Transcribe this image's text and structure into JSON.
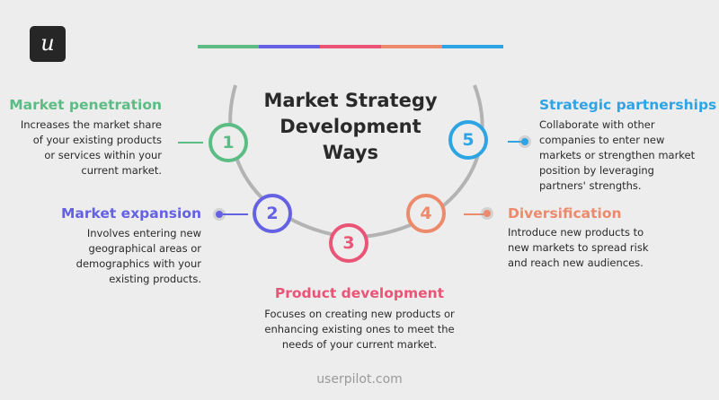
{
  "logo": {
    "glyph": "u"
  },
  "color_bar": [
    "#5bbd84",
    "#6561e3",
    "#ea5577",
    "#ec8a6b",
    "#2da4e4"
  ],
  "title": {
    "line1": "Market Strategy",
    "line2": "Development",
    "line3": "Ways"
  },
  "steps": [
    {
      "num": "1",
      "title": "Market penetration",
      "color": "#5bbd84",
      "desc": [
        "Increases the market share",
        "of your existing products",
        "or services within your",
        "current market."
      ]
    },
    {
      "num": "2",
      "title": "Market expansion",
      "color": "#6561e3",
      "desc": [
        "Involves entering new",
        "geographical areas or",
        "demographics with your",
        "existing products."
      ]
    },
    {
      "num": "3",
      "title": "Product development",
      "color": "#ea5577",
      "desc": [
        "Focuses on creating new products or",
        "enhancing existing ones to meet the",
        "needs of your current market."
      ]
    },
    {
      "num": "4",
      "title": "Diversification",
      "color": "#ec8a6b",
      "desc": [
        "Introduce new products to",
        "new markets to spread risk",
        "and reach new audiences."
      ]
    },
    {
      "num": "5",
      "title": "Strategic partnerships",
      "color": "#2da4e4",
      "desc": [
        "Collaborate with other",
        "companies to enter new",
        "markets or strengthen market",
        "position by leveraging",
        "partners' strengths."
      ]
    }
  ],
  "footer": "userpilot.com"
}
